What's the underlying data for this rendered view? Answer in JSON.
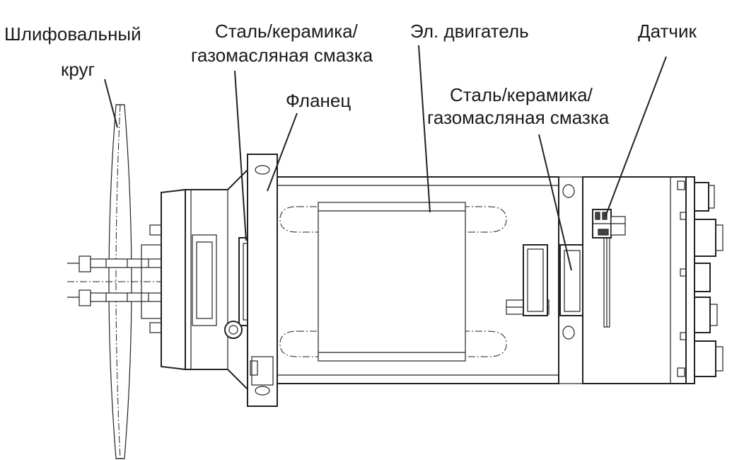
{
  "labels": {
    "wheel_line1": "Шлифовальный",
    "wheel_line2": "круг",
    "bearing1_line1": "Сталь/керамика/",
    "bearing1_line2": "газомасляная смазка",
    "motor": "Эл. двигатель",
    "sensor": "Датчик",
    "flange": "Фланец",
    "bearing2_line1": "Сталь/керамика/",
    "bearing2_line2": "газомасляная смазка"
  },
  "colors": {
    "line": "#222222",
    "background": "#ffffff",
    "text": "#1a1a1a"
  }
}
